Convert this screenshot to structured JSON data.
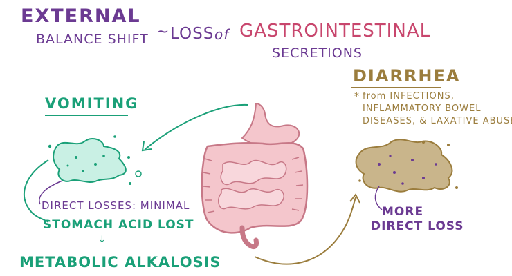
{
  "header": {
    "line1": "EXTERNAL",
    "line2": "BALANCE SHIFT",
    "tilde": "~",
    "loss": "LOSS",
    "of": "of",
    "gi": "GASTROINTESTINAL",
    "secretions": "SECRETIONS"
  },
  "vomiting": {
    "title": "VOMITING",
    "direct_losses": "DIRECT LOSSES: MINIMAL",
    "stomach_acid": "STOMACH ACID LOST",
    "arrow": "↓",
    "result": "METABOLIC ALKALOSIS"
  },
  "diarrhea": {
    "title": "DIARRHEA",
    "star": "*",
    "cause_line1": "from INFECTIONS,",
    "cause_line2": "INFLAMMATORY BOWEL",
    "cause_line3": "DISEASES, & LAXATIVE ABUSE",
    "more": "MORE",
    "direct_loss": "DIRECT LOSS"
  },
  "colors": {
    "purple": "#6b3a92",
    "pink": "#c8466d",
    "teal": "#1aa078",
    "gold": "#9b7d3d",
    "gut_fill": "#f4c6cc",
    "gut_stroke": "#c77887",
    "vomit_fill": "#c9f0e4",
    "diarrhea_fill": "#c9b58b"
  },
  "icons": {
    "gut": "digestive-tract-illustration",
    "vomit": "vomit-puddle-illustration",
    "stool": "diarrhea-puddle-illustration"
  }
}
